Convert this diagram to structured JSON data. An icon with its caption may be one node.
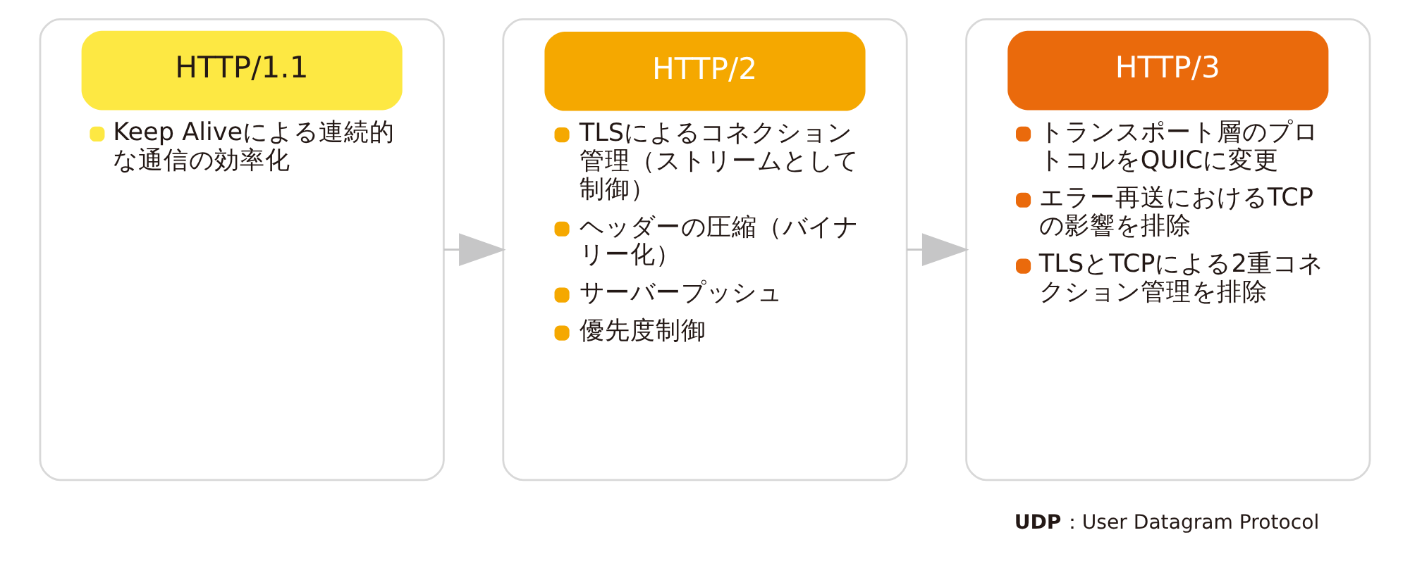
{
  "diagram": {
    "nodes": [
      {
        "text": [
          "HTTP/1.1",
          "Keep Aliveによる連続的な通信の効率化"
        ]
      },
      {
        "text": [
          "HTTP/2",
          "TLSによるコネクション管理（ストリームとして制御）",
          "ヘッダーの圧縮（バイナリー化）",
          "サーバープッシュ",
          "優先度制御"
        ]
      },
      {
        "text": [
          "HTTP/3",
          "トランスポート層のプロトコルをQUICに変更",
          "エラー再送におけるTCPの影響を排除",
          "TLSとTCPによる2重コネクション管理を排除"
        ]
      }
    ],
    "edges": [
      {
        "from": 0,
        "to": 1,
        "arrow": "to"
      },
      {
        "from": 1,
        "to": 2,
        "arrow": "to"
      }
    ],
    "labels": [
      "**UDP**：User Datagram Protocol"
    ]
  }
}
